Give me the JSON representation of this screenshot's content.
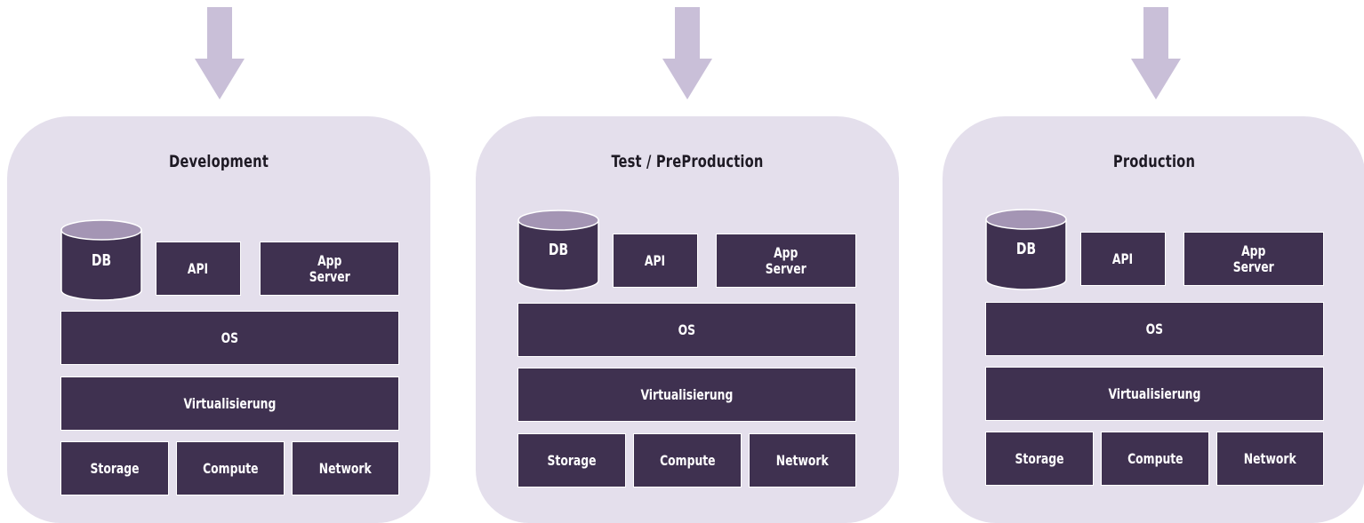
{
  "environments": [
    {
      "title": "Development",
      "db": "DB",
      "api": "API",
      "app_server": "App\nServer",
      "os": "OS",
      "virtualization": "Virtualisierung",
      "storage": "Storage",
      "compute": "Compute",
      "network": "Network"
    },
    {
      "title": "Test / PreProduction",
      "db": "DB",
      "api": "API",
      "app_server": "App\nServer",
      "os": "OS",
      "virtualization": "Virtualisierung",
      "storage": "Storage",
      "compute": "Compute",
      "network": "Network"
    },
    {
      "title": "Production",
      "db": "DB",
      "api": "API",
      "app_server": "App\nServer",
      "os": "OS",
      "virtualization": "Virtualisierung",
      "storage": "Storage",
      "compute": "Compute",
      "network": "Network"
    }
  ],
  "colors": {
    "arrow": "#c9bfd8",
    "panel": "#e4dfec",
    "box": "#3f3150",
    "db_top": "#a495b4",
    "text_dark": "#1e1a24",
    "text_light": "#ffffff"
  },
  "icons": {
    "arrow": "down-arrow-icon",
    "database": "database-cylinder-icon"
  }
}
